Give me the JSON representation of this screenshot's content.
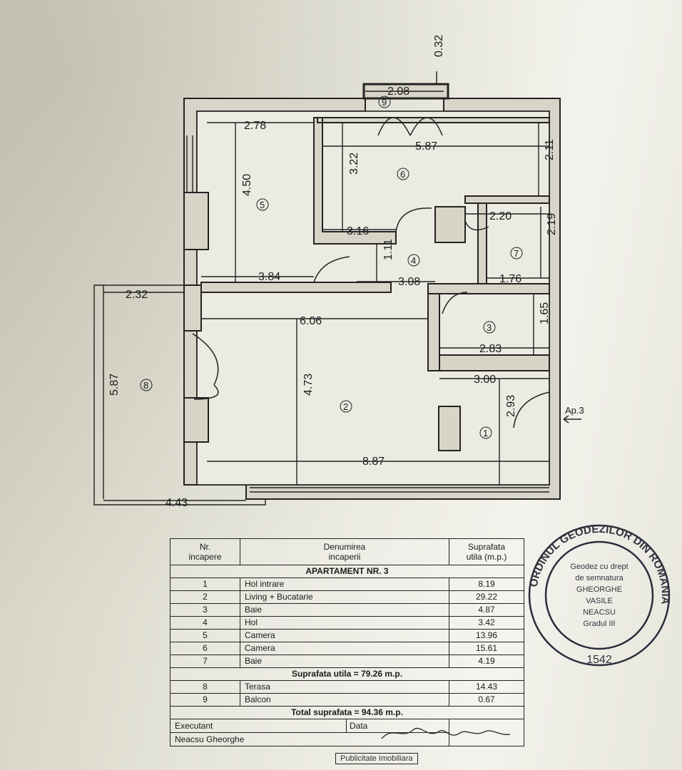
{
  "plan": {
    "rooms": [
      {
        "num": "1"
      },
      {
        "num": "2"
      },
      {
        "num": "3"
      },
      {
        "num": "4"
      },
      {
        "num": "5"
      },
      {
        "num": "6"
      },
      {
        "num": "7"
      },
      {
        "num": "8"
      },
      {
        "num": "9"
      }
    ],
    "dimensions": {
      "d032": "0.32",
      "d208": "2.08",
      "d278": "2.78",
      "d587a": "5.87",
      "d211": "2.11",
      "d322": "3.22",
      "d450": "4.50",
      "d316": "3.16",
      "d220": "2.20",
      "d219": "2.19",
      "d111": "1.11",
      "d384": "3.84",
      "d308": "3.08",
      "d176": "1.76",
      "d232": "2.32",
      "d606": "6.06",
      "d165": "1.65",
      "d283": "2.83",
      "d300": "3.00",
      "d587b": "5.87",
      "d473": "4.73",
      "d293": "2.93",
      "d887": "8.87",
      "d443": "4.43"
    },
    "entrance_label": "Ap.3"
  },
  "table": {
    "header": {
      "col1": "Nr.\nincapere",
      "col2": "Denumirea\nincaperii",
      "col3": "Suprafata\nutila (m.p.)"
    },
    "apartment_title": "APARTAMENT NR. 3",
    "rows": [
      {
        "nr": "1",
        "name": "Hol intrare",
        "area": "8.19"
      },
      {
        "nr": "2",
        "name": "Living + Bucatarie",
        "area": "29.22"
      },
      {
        "nr": "3",
        "name": "Baie",
        "area": "4.87"
      },
      {
        "nr": "4",
        "name": "Hol",
        "area": "3.42"
      },
      {
        "nr": "5",
        "name": "Camera",
        "area": "13.96"
      },
      {
        "nr": "6",
        "name": "Camera",
        "area": "15.61"
      },
      {
        "nr": "7",
        "name": "Baie",
        "area": "4.19"
      }
    ],
    "usable_total": "Suprafata utila = 79.26 m.p.",
    "rows_extra": [
      {
        "nr": "8",
        "name": "Terasa",
        "area": "14.43"
      },
      {
        "nr": "9",
        "name": "Balcon",
        "area": "0.67"
      }
    ],
    "grand_total": "Total suprafata = 94.36 m.p.",
    "executant_label": "Executant",
    "executant_name": "Neacsu Gheorghe",
    "date_label": "Data",
    "bottom_partial": "Publicitate Imobiliara"
  },
  "stamp": {
    "ring_text": "ORDINUL GEODEZILOR DIN ROMANIA",
    "lines": [
      "Geodez cu drept",
      "de semnatura",
      "GHEORGHE",
      "VASILE",
      "NEACSU",
      "Gradul III"
    ],
    "number": "1542"
  }
}
